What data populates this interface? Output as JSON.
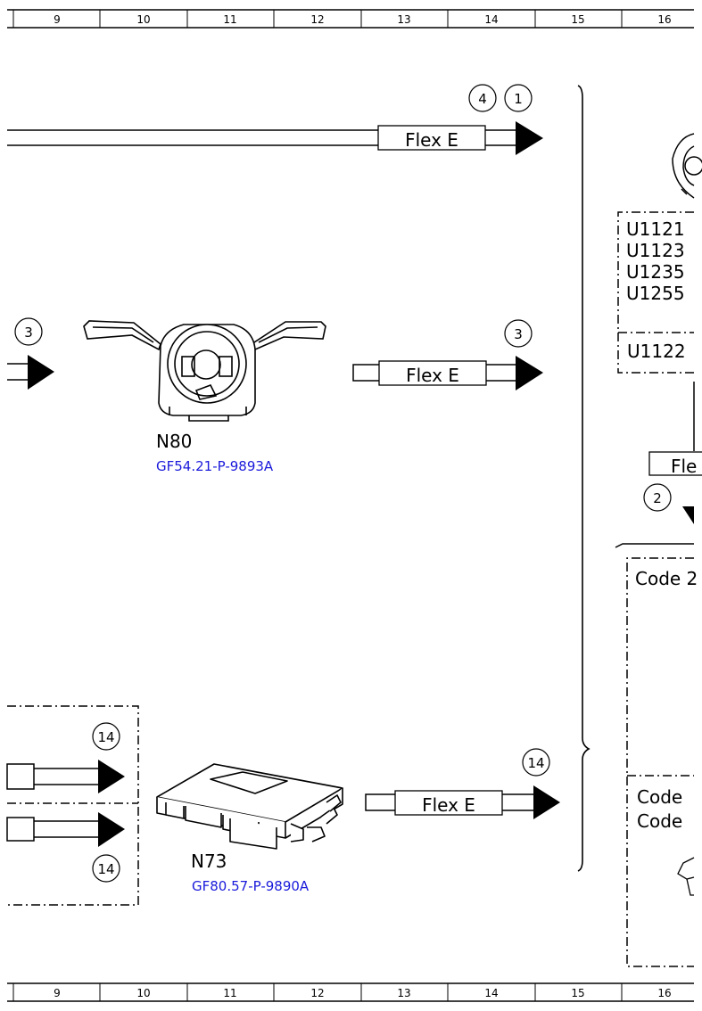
{
  "ruler": {
    "top_labels": [
      "9",
      "10",
      "11",
      "12",
      "13",
      "14",
      "15",
      "16"
    ],
    "bottom_labels": [
      "9",
      "10",
      "11",
      "12",
      "13",
      "14",
      "15",
      "16"
    ]
  },
  "bubbles": {
    "b4_top": "4",
    "b1_top": "1",
    "b3_left": "3",
    "b3_right": "3",
    "b2": "2",
    "b14_left_upper": "14",
    "b14_left_lower": "14",
    "b14_right": "14"
  },
  "flex": {
    "top": "Flex E",
    "middle": "Flex E",
    "bottom": "Flex E",
    "right_partial": "Fle"
  },
  "components": {
    "n80": {
      "name": "N80",
      "ref": "GF54.21-P-9893A"
    },
    "n73": {
      "name": "N73",
      "ref": "GF80.57-P-9890A"
    }
  },
  "codes": {
    "list": [
      "U1121",
      "U1123",
      "U1235",
      "U1255"
    ],
    "single": "U1122",
    "code_a": "Code 2",
    "code_b1": "Code",
    "code_b2": "Code"
  },
  "colors": {
    "link": "#1a1adb",
    "line": "#000000"
  }
}
